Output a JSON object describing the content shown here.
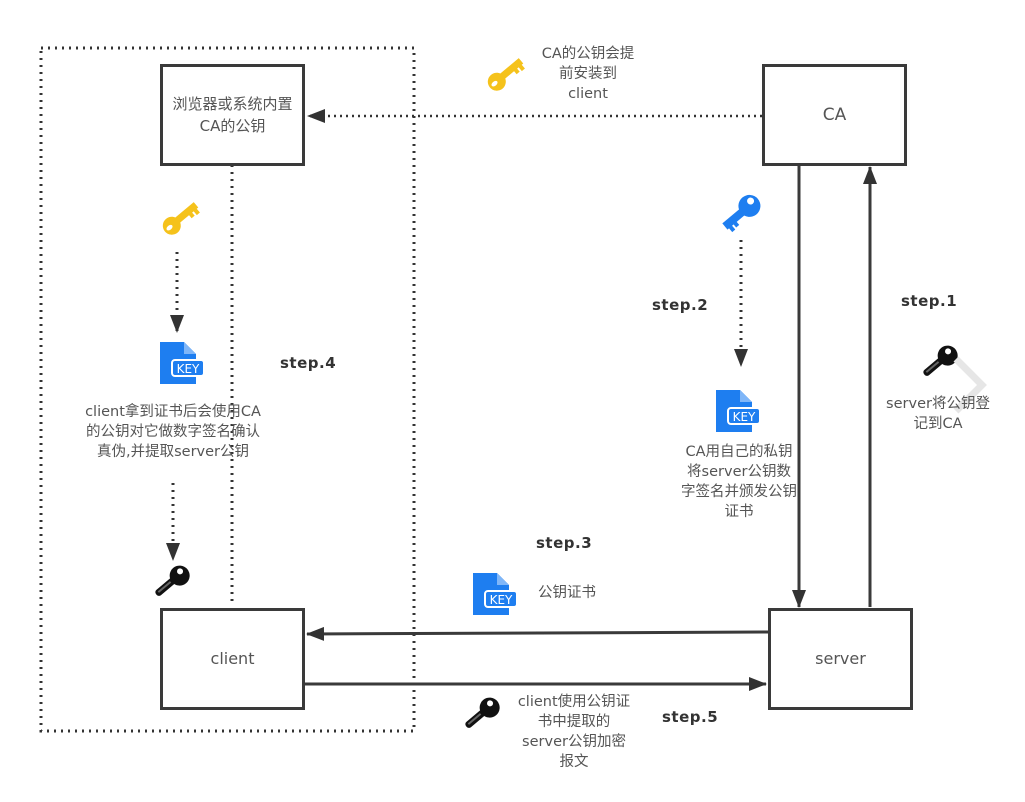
{
  "nodes": {
    "builtin_ca_key": "浏览器或系统内置CA的公钥",
    "ca": "CA",
    "client": "client",
    "server": "server"
  },
  "annotations": {
    "ca_key_preinstalled": "CA的公钥会提前安装到client",
    "client_verify": "client拿到证书后会使用CA的公钥对它做数字签名确认真伪,并提取server公钥",
    "ca_sign": "CA用自己的私钥将server公钥数字签名并颁发公钥证书",
    "server_register": "server将公钥登记到CA",
    "certificate": "公钥证书",
    "client_encrypt": "client使用公钥证书中提取的server公钥加密报文"
  },
  "steps": {
    "step1": "step.1",
    "step2": "step.2",
    "step3": "step.3",
    "step4": "step.4",
    "step5": "step.5"
  },
  "icons": {
    "gold_key": "key-icon-gold (CA public key)",
    "blue_key": "key-icon-blue (CA private key)",
    "black_key": "key-icon-black (server public key)",
    "cert": "key-file-icon (certificate)"
  },
  "colors": {
    "gold": "#f5c21b",
    "blue": "#1e7ef0",
    "black": "#111111",
    "line": "#3a3a3a"
  }
}
